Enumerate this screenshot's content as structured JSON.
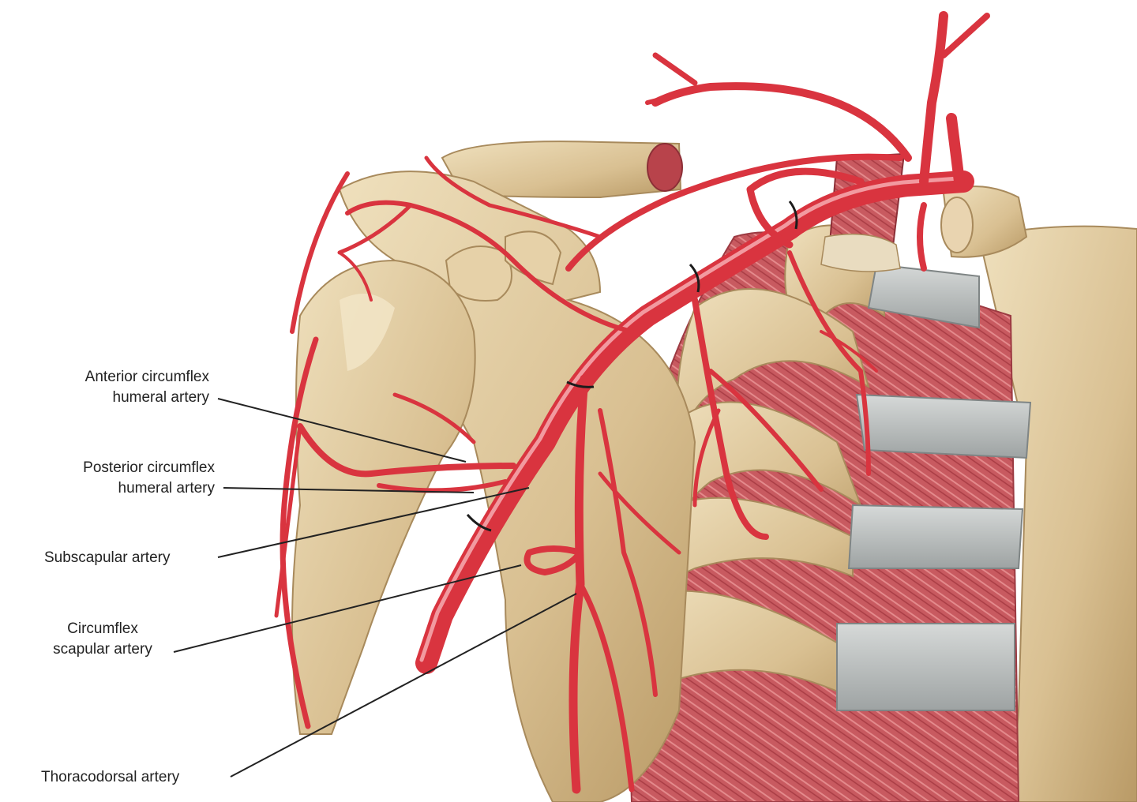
{
  "labels": {
    "anterior_circumflex": {
      "line1": "Anterior circumflex",
      "line2": "humeral artery"
    },
    "posterior_circumflex": {
      "line1": "Posterior circumflex",
      "line2": "humeral artery"
    },
    "subscapular": {
      "line1": "Subscapular artery"
    },
    "circumflex_scapular": {
      "line1": "Circumflex",
      "line2": "scapular artery"
    },
    "thoracodorsal": {
      "line1": "Thoracodorsal artery"
    }
  },
  "colors": {
    "artery": "#d9343f",
    "artery_highlight": "#f29aa0",
    "bone": "#dcc49a",
    "bone_shadow": "#a88a5c",
    "muscle": "#c8525a",
    "cartilage": "#b9bdbd",
    "leader_line": "#222222"
  }
}
